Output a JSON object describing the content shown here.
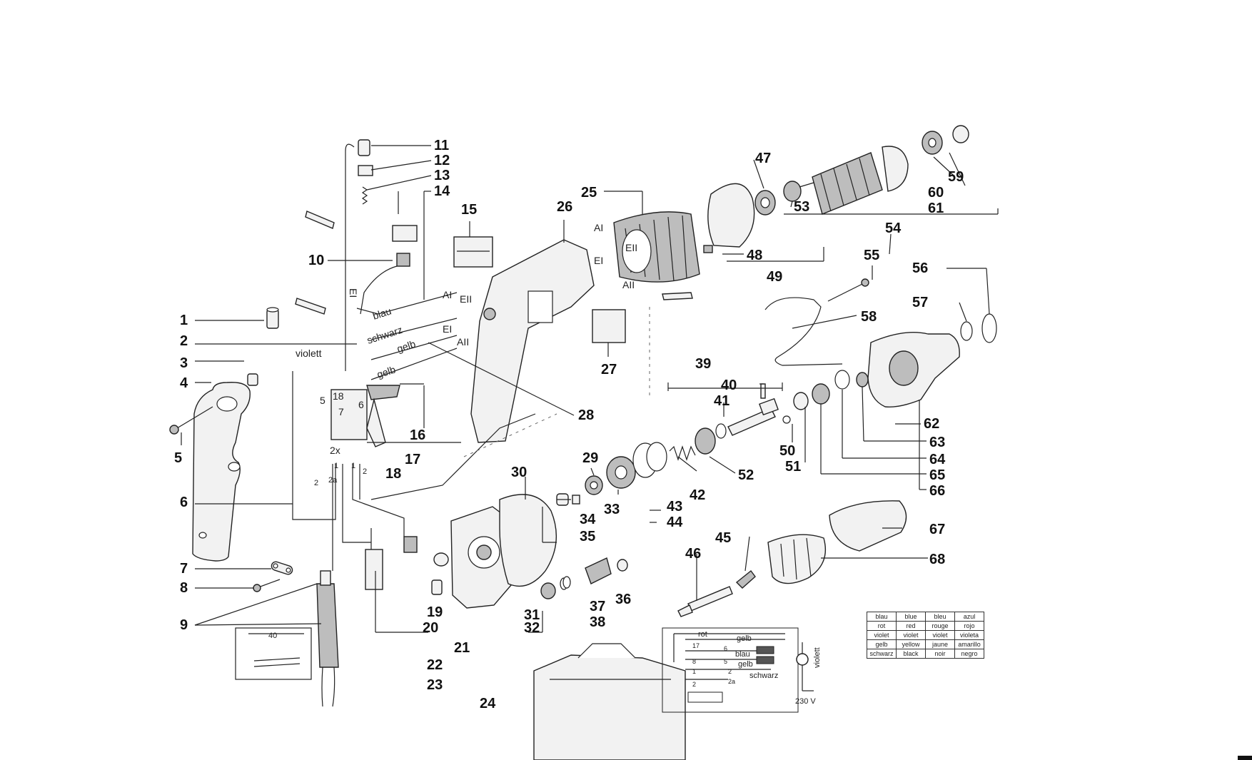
{
  "part_labels": [
    "1",
    "2",
    "3",
    "4",
    "5",
    "6",
    "7",
    "8",
    "9",
    "10",
    "11",
    "12",
    "13",
    "14",
    "15",
    "16",
    "17",
    "18",
    "19",
    "20",
    "21",
    "22",
    "23",
    "24",
    "25",
    "26",
    "27",
    "28",
    "29",
    "30",
    "31",
    "32",
    "33",
    "34",
    "35",
    "36",
    "37",
    "38",
    "39",
    "40",
    "41",
    "42",
    "43",
    "44",
    "45",
    "46",
    "47",
    "48",
    "49",
    "50",
    "51",
    "52",
    "53",
    "54",
    "55",
    "56",
    "57",
    "58",
    "59",
    "60",
    "61",
    "62",
    "63",
    "64",
    "65",
    "66",
    "67",
    "68"
  ],
  "wire_labels": {
    "violett": "violett",
    "blau": "blau",
    "schwarz": "schwarz",
    "gelb_1": "gelb",
    "gelb_2": "gelb"
  },
  "terminal_labels": {
    "AI_stator": "AI",
    "EII_stator": "EII",
    "EI_stator": "EI",
    "AII_stator": "AII",
    "AI_housing": "AI",
    "EII_housing": "EII",
    "EI_housing": "EI",
    "AII_housing": "AII",
    "EI_wire": "EI",
    "switch_5": "5",
    "switch_18": "18",
    "switch_7": "7",
    "switch_6": "6",
    "switch_2x": "2x",
    "pin_1a": "1",
    "pin_1b": "1",
    "pin_2a": "2",
    "pin_2b": "2",
    "pin_2a_suffix": "2a",
    "cable_40": "40"
  },
  "schematic": {
    "rot": "rot",
    "gelb": "gelb",
    "blau": "blau",
    "gelb2": "gelb",
    "schwarz": "schwarz",
    "violett": "violett",
    "voltage": "230 V",
    "t17": "17",
    "t6": "6",
    "t8": "8",
    "t5": "5",
    "t2": "2",
    "t2a": "2a",
    "t1": "1",
    "t2b": "2"
  },
  "color_table": [
    [
      "blau",
      "blue",
      "bleu",
      "azul"
    ],
    [
      "rot",
      "red",
      "rouge",
      "rojo"
    ],
    [
      "violet",
      "violet",
      "violet",
      "violeta"
    ],
    [
      "gelb",
      "yellow",
      "jaune",
      "amarillo"
    ],
    [
      "schwarz",
      "black",
      "noir",
      "negro"
    ]
  ]
}
